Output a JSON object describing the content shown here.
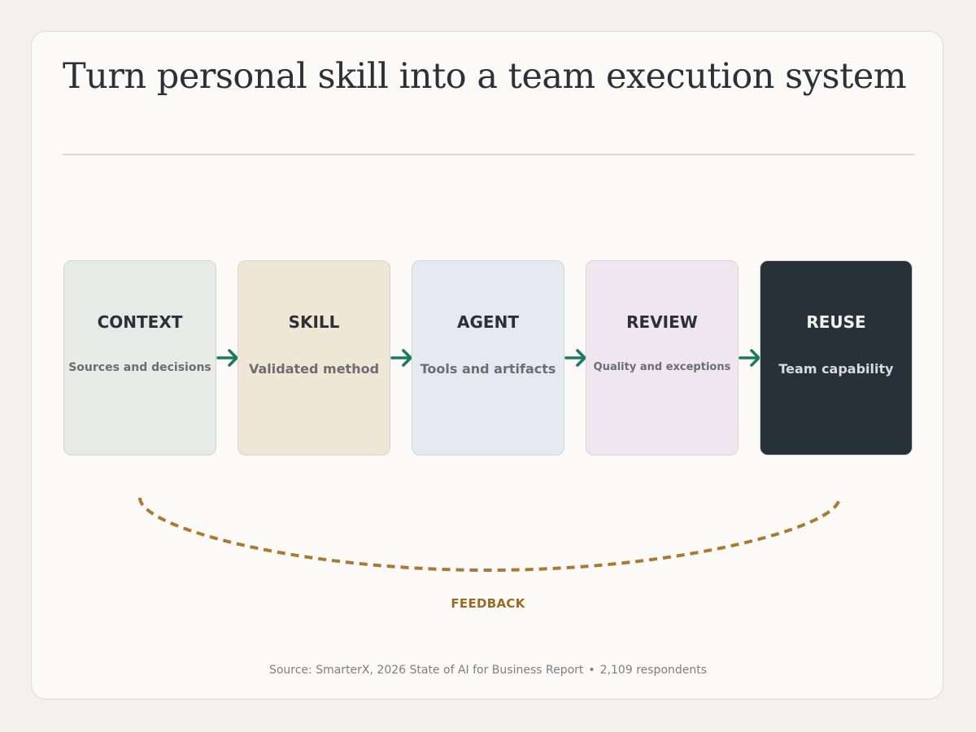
{
  "title": "Turn personal skill into a team execution system",
  "steps": [
    {
      "title": "CONTEXT",
      "desc": "Sources and decisions",
      "color": "#e7ebe7"
    },
    {
      "title": "SKILL",
      "desc": "Validated method",
      "color": "#efe6d5"
    },
    {
      "title": "AGENT",
      "desc": "Tools and artifacts",
      "color": "#e3eaf1"
    },
    {
      "title": "REVIEW",
      "desc": "Quality and exceptions",
      "color": "#efe6ef"
    },
    {
      "title": "REUSE",
      "desc": "Team capability",
      "color": "#263238"
    }
  ],
  "arrow_color": "#1d7a60",
  "feedback_label": "FEEDBACK",
  "feedback_color": "#a87a33",
  "source": {
    "text": "Source: SmarterX, 2026 State of AI for Business Report",
    "separator": "•",
    "respondents": "2,109 respondents"
  }
}
